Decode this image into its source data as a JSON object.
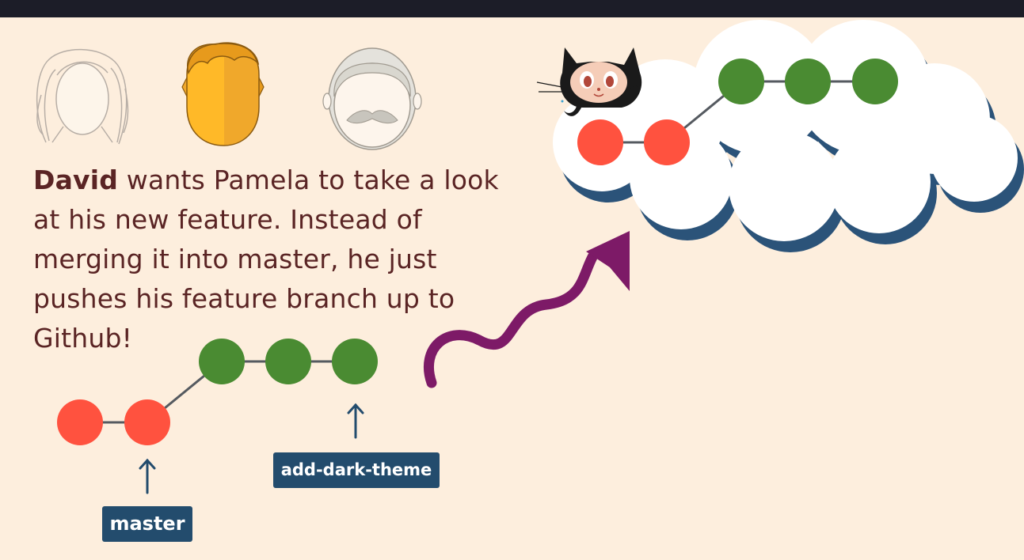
{
  "caption": {
    "name": "David",
    "text": " wants Pamela to take a look at his new feature.  Instead of merging it into master, he just pushes his feature branch up to Github!"
  },
  "labels": {
    "master": "master",
    "feature_branch": "add-dark-theme"
  },
  "icons": [
    "woman-avatar-icon",
    "man-avatar-icon",
    "old-man-avatar-icon",
    "octocat-icon",
    "cloud-icon",
    "curvy-arrow-icon",
    "arrow-up-icon"
  ],
  "colors": {
    "background": "#fdeedd",
    "master_commit": "#ff523f",
    "feature_commit": "#4a8b32",
    "label_bg": "#234c6d",
    "text": "#5a2424",
    "push_arrow": "#7d1a67",
    "cloud_shadow": "#2b5379"
  }
}
